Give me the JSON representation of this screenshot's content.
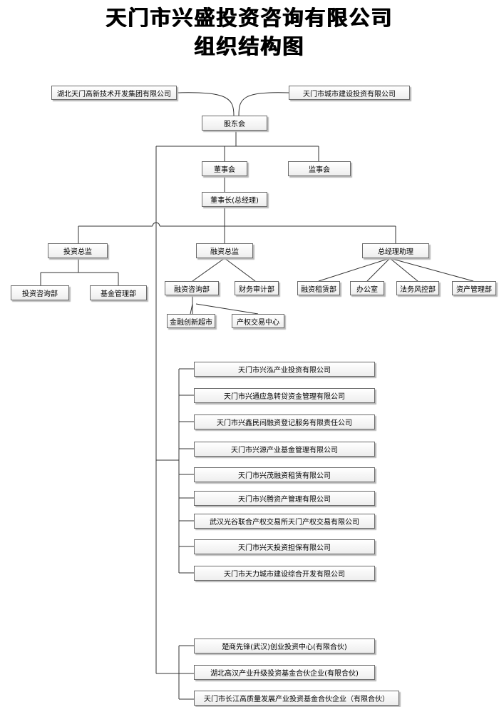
{
  "title": {
    "line1": "天门市兴盛投资咨询有限公司",
    "line2": "组织结构图"
  },
  "shareholders": {
    "left": "湖北天门高新技术开发集团有限公司",
    "right": "天门市城市建设投资有限公司"
  },
  "top": {
    "shareholders_meeting": "股东会",
    "board": "董事会",
    "supervisors": "监事会",
    "chairman": "董事长(总经理)"
  },
  "divisions": {
    "investment_director": "投资总监",
    "financing_director": "融资总监",
    "gm_assistant": "总经理助理"
  },
  "departments": {
    "investment_consulting": "投资咨询部",
    "fund_management": "基金管理部",
    "financing_consulting": "融资咨询部",
    "finance_audit": "财务审计部",
    "financing_leasing": "融资租赁部",
    "office": "办公室",
    "legal_risk": "法务风控部",
    "asset_management": "资产管理部",
    "finance_supermarket": "金融创新超市",
    "property_exchange": "产权交易中心"
  },
  "subsidiaries": [
    "天门市兴泓产业投资有限公司",
    "天门市兴通应急转贷资金管理有限公司",
    "天门市兴鑫民间融资登记服务有限责任公司",
    "天门市兴源产业基金管理有限公司",
    "天门市兴茂融资租赁有限公司",
    "天门市兴腾资产管理有限公司",
    "武汉光谷联合产权交易所天门产权交易有限公司",
    "天门市兴天投资担保有限公司",
    "天门市天力城市建设综合开发有限公司"
  ],
  "partnerships": [
    "楚商先锋(武汉)创业投资中心(有限合伙)",
    "湖北高汉产业升级投资基金合伙企业(有限合伙)",
    "天门市长江高质量发展产业投资基金合伙企业（有限合伙）"
  ]
}
